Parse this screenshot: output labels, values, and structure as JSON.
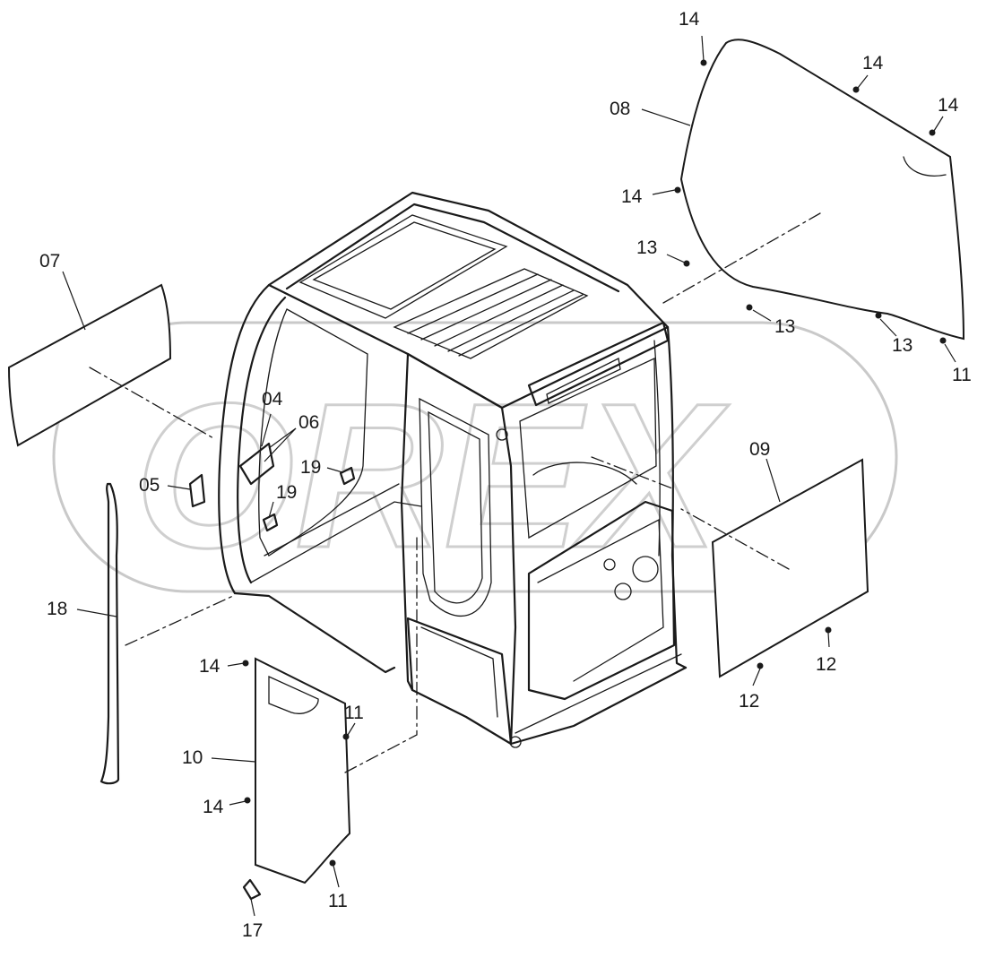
{
  "watermark": {
    "text": "OREX"
  },
  "callouts": [
    {
      "id": "c-14-top",
      "label": "14"
    },
    {
      "id": "c-14-a",
      "label": "14"
    },
    {
      "id": "c-14-b",
      "label": "14"
    },
    {
      "id": "c-08",
      "label": "08"
    },
    {
      "id": "c-14-c",
      "label": "14"
    },
    {
      "id": "c-13-a",
      "label": "13"
    },
    {
      "id": "c-13-b",
      "label": "13"
    },
    {
      "id": "c-13-c",
      "label": "13"
    },
    {
      "id": "c-11-a",
      "label": "11"
    },
    {
      "id": "c-07",
      "label": "07"
    },
    {
      "id": "c-04",
      "label": "04"
    },
    {
      "id": "c-06",
      "label": "06"
    },
    {
      "id": "c-19-a",
      "label": "19"
    },
    {
      "id": "c-05",
      "label": "05"
    },
    {
      "id": "c-19-b",
      "label": "19"
    },
    {
      "id": "c-09",
      "label": "09"
    },
    {
      "id": "c-18",
      "label": "18"
    },
    {
      "id": "c-14-d",
      "label": "14"
    },
    {
      "id": "c-11-b",
      "label": "11"
    },
    {
      "id": "c-10",
      "label": "10"
    },
    {
      "id": "c-12-a",
      "label": "12"
    },
    {
      "id": "c-12-b",
      "label": "12"
    },
    {
      "id": "c-14-e",
      "label": "14"
    },
    {
      "id": "c-11-c",
      "label": "11"
    },
    {
      "id": "c-17",
      "label": "17"
    }
  ]
}
